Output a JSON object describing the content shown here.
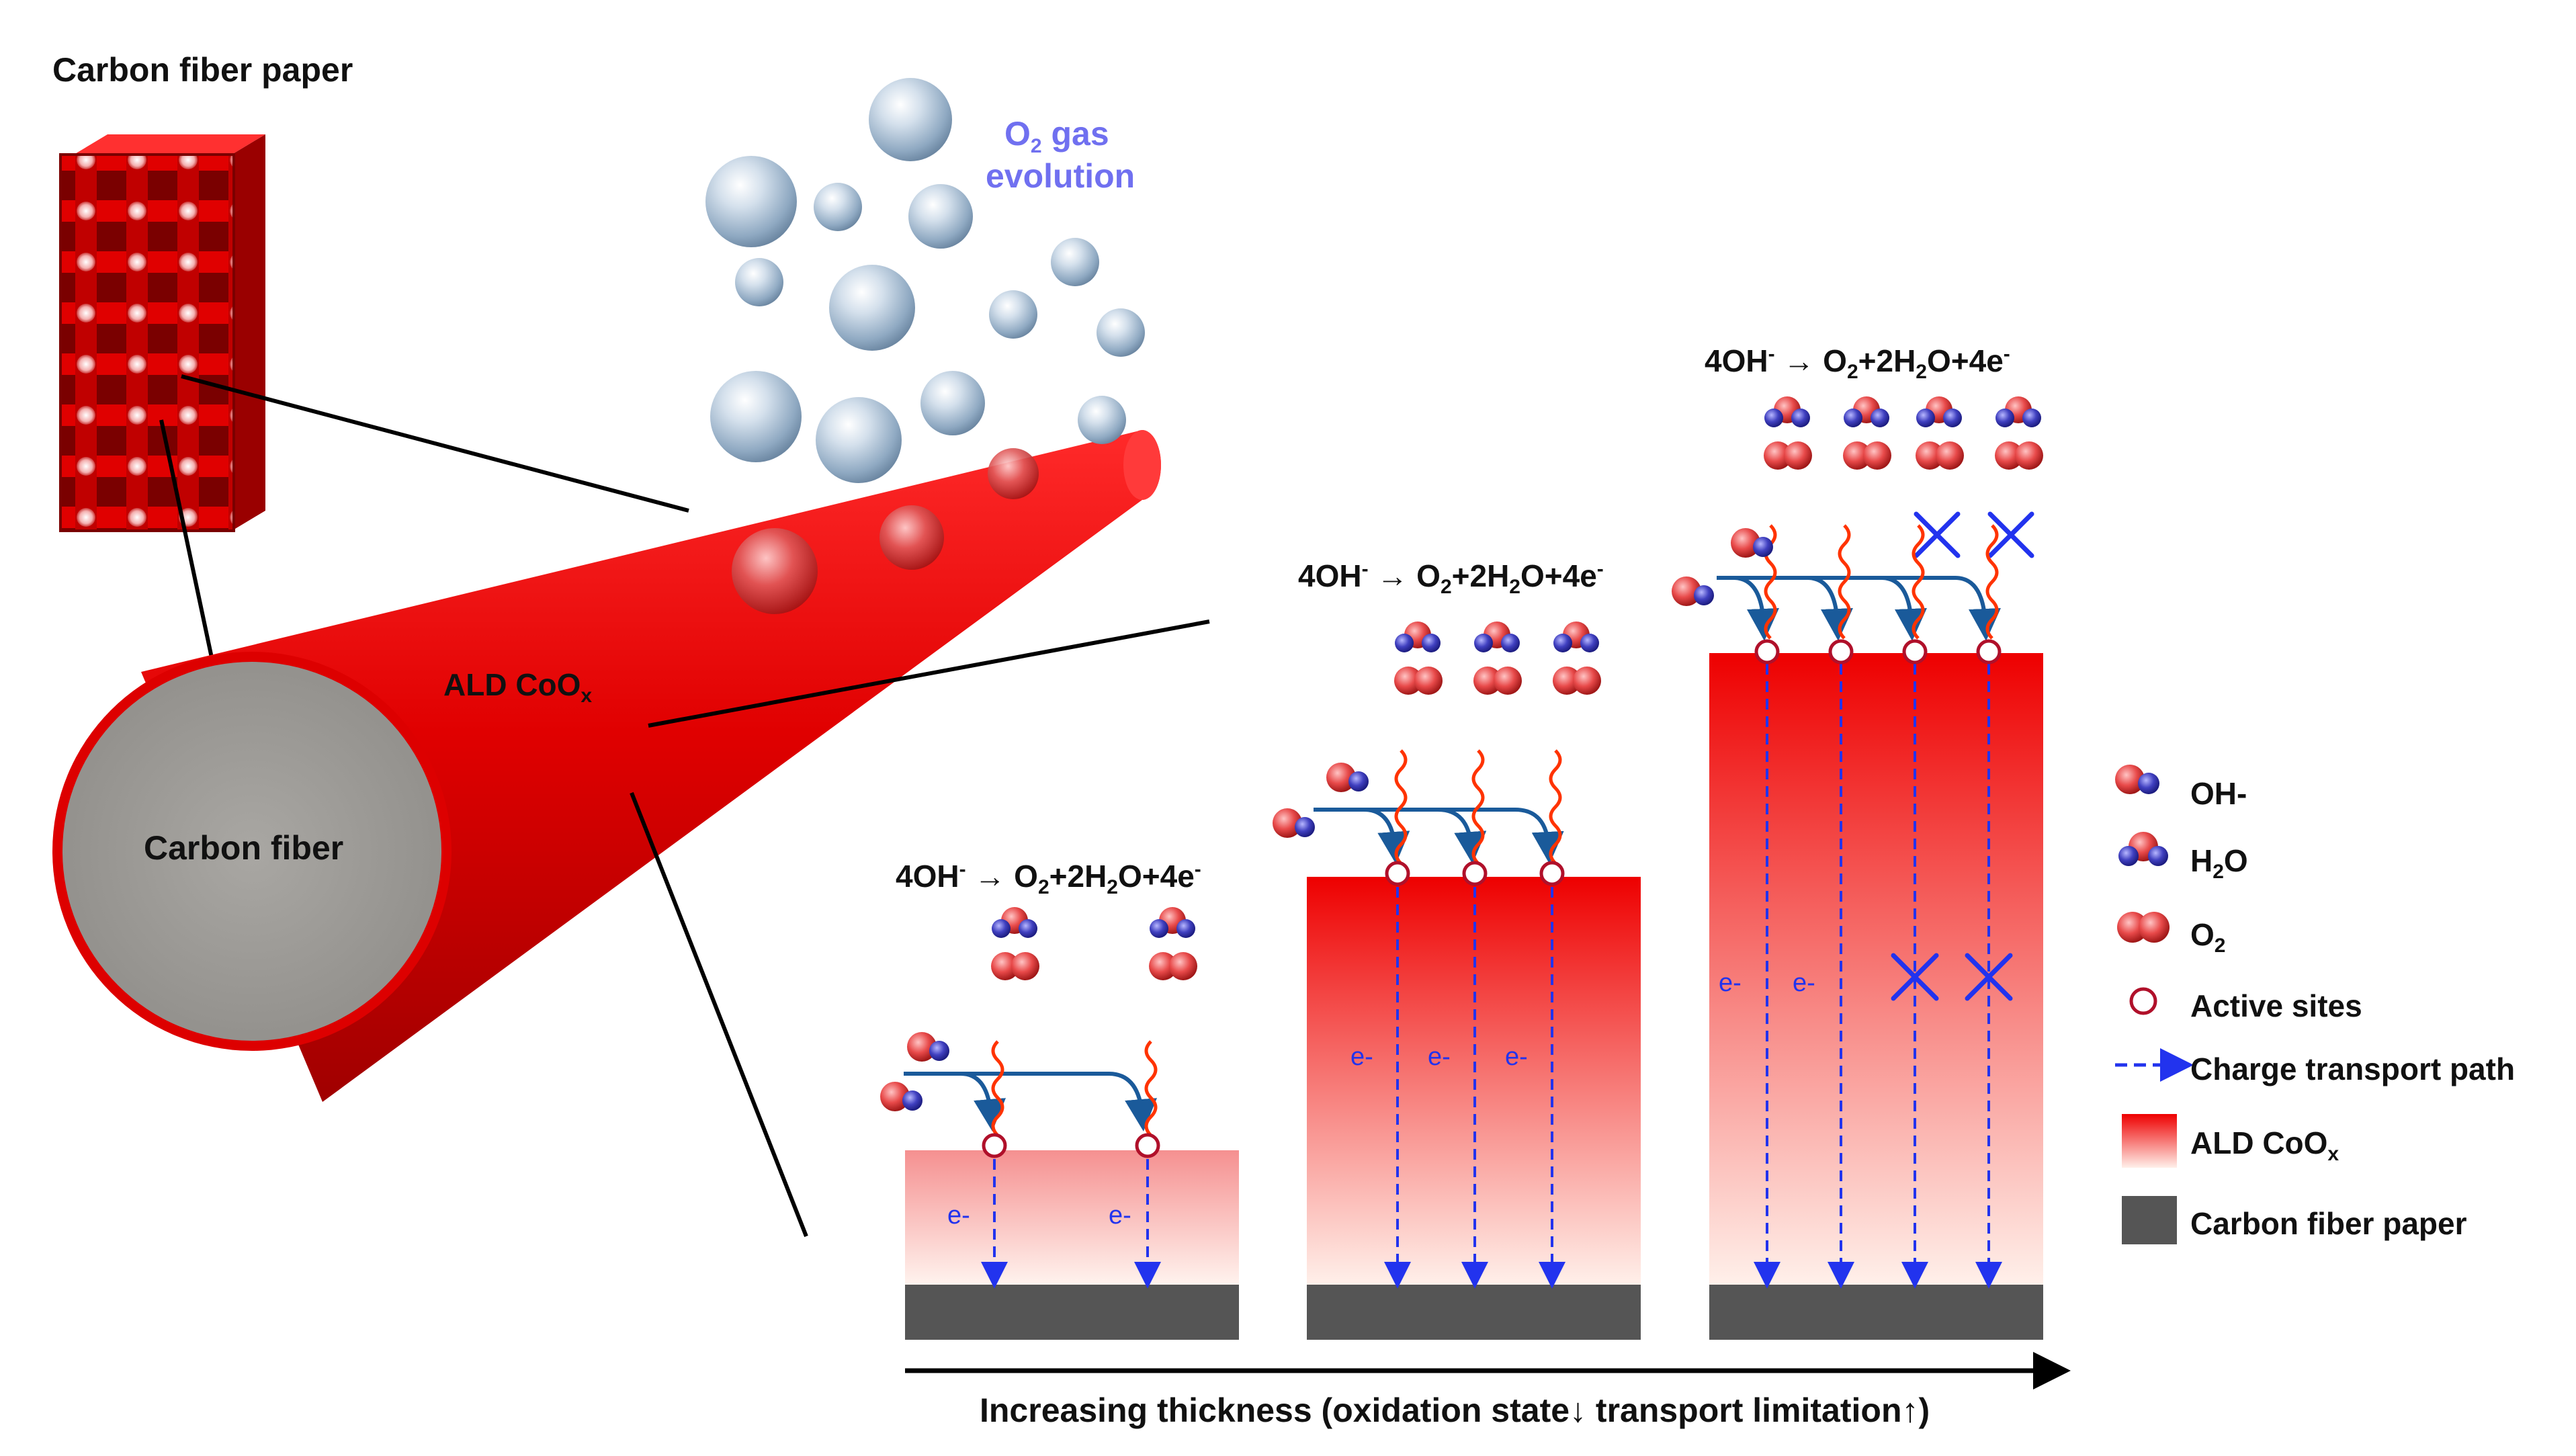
{
  "labels": {
    "carbon_fiber_paper_title": "Carbon fiber paper",
    "o2_gas_prefix": "O",
    "o2_gas_sub": "2",
    "o2_gas_suffix": " gas",
    "evolution": "evolution",
    "ald_coox_prefix": "ALD CoO",
    "ald_coox_sub": "x",
    "carbon_fiber": "Carbon fiber",
    "electron": "e-",
    "axis_caption": "Increasing thickness (oxidation state↓ transport limitation↑)"
  },
  "reaction": {
    "part1": "4OH",
    "minus_sup": "-",
    "arrow": " → O",
    "sub2": "2",
    "part2": "+2H",
    "part3": "O+4e"
  },
  "legend": {
    "oh": "OH-",
    "h2o_prefix": "H",
    "h2o_sub": "2",
    "h2o_suffix": "O",
    "o2_prefix": "O",
    "o2_sub": "2",
    "active_sites": "Active sites",
    "charge_path": "Charge transport path",
    "ald_prefix": "ALD CoO",
    "ald_sub": "x",
    "cfp": "Carbon fiber paper"
  },
  "colors": {
    "ald_red": "#ee0000",
    "carbon_gray": "#555555",
    "fiber_face": "#9c9a96",
    "charge_blue": "#2233ee",
    "process_arrow": "#1a5a9a",
    "o2_label_blue": "#7070f0",
    "bubble": "#b8ccde",
    "oxygen_atom": "#e84a4a",
    "hydrogen_atom": "#4040c0"
  }
}
